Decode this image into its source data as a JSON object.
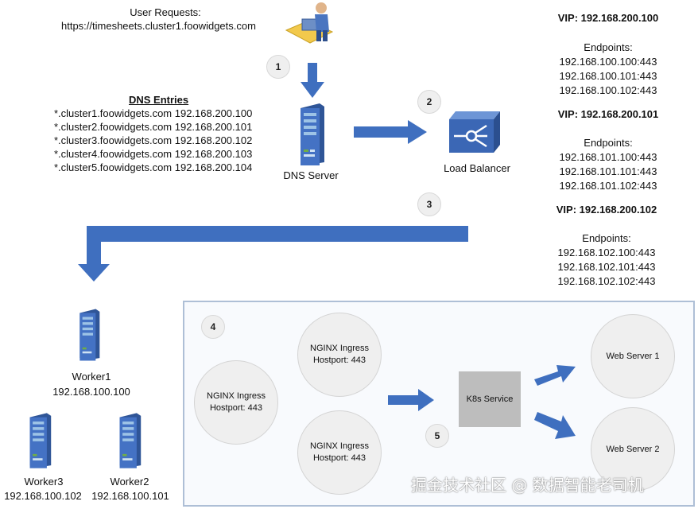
{
  "user": {
    "title": "User Requests:",
    "url": "https://timesheets.cluster1.foowidgets.com"
  },
  "dns": {
    "heading": "DNS Entries",
    "entries": [
      "*.cluster1.foowidgets.com 192.168.200.100",
      "*.cluster2.foowidgets.com 192.168.200.101",
      "*.cluster3.foowidgets.com 192.168.200.102",
      "*.cluster4.foowidgets.com 192.168.200.103",
      "*.cluster5.foowidgets.com 192.168.200.104"
    ],
    "server_label": "DNS Server"
  },
  "load_balancer": {
    "label": "Load Balancer"
  },
  "steps": [
    "1",
    "2",
    "3",
    "4",
    "5"
  ],
  "vips": [
    {
      "title": "VIP: 192.168.200.100",
      "endpoints_label": "Endpoints:",
      "endpoints": [
        "192.168.100.100:443",
        "192.168.100.101:443",
        "192.168.100.102:443"
      ]
    },
    {
      "title": "VIP: 192.168.200.101",
      "endpoints_label": "Endpoints:",
      "endpoints": [
        "192.168.101.100:443",
        "192.168.101.101:443",
        "192.168.101.102:443"
      ]
    },
    {
      "title": "VIP: 192.168.200.102",
      "endpoints_label": "Endpoints:",
      "endpoints": [
        "192.168.102.100:443",
        "192.168.102.101:443",
        "192.168.102.102:443"
      ]
    }
  ],
  "workers": [
    {
      "name": "Worker1",
      "ip": "192.168.100.100"
    },
    {
      "name": "Worker3",
      "ip": "192.168.100.102"
    },
    {
      "name": "Worker2",
      "ip": "192.168.100.101"
    }
  ],
  "ingress": [
    {
      "name": "NGINX Ingress",
      "port": "Hostport: 443"
    },
    {
      "name": "NGINX Ingress",
      "port": "Hostport: 443"
    },
    {
      "name": "NGINX Ingress",
      "port": "Hostport: 443"
    }
  ],
  "k8s_service": "K8s Service",
  "web_servers": [
    "Web Server 1",
    "Web Server 2"
  ],
  "watermark": "掘金技术社区 @ 数据智能老司机",
  "colors": {
    "arrow": "#3f6fbf",
    "panel_border": "#aebfd6",
    "server_blue": "#3d6fb8",
    "service_gray": "#bdbdbd"
  }
}
